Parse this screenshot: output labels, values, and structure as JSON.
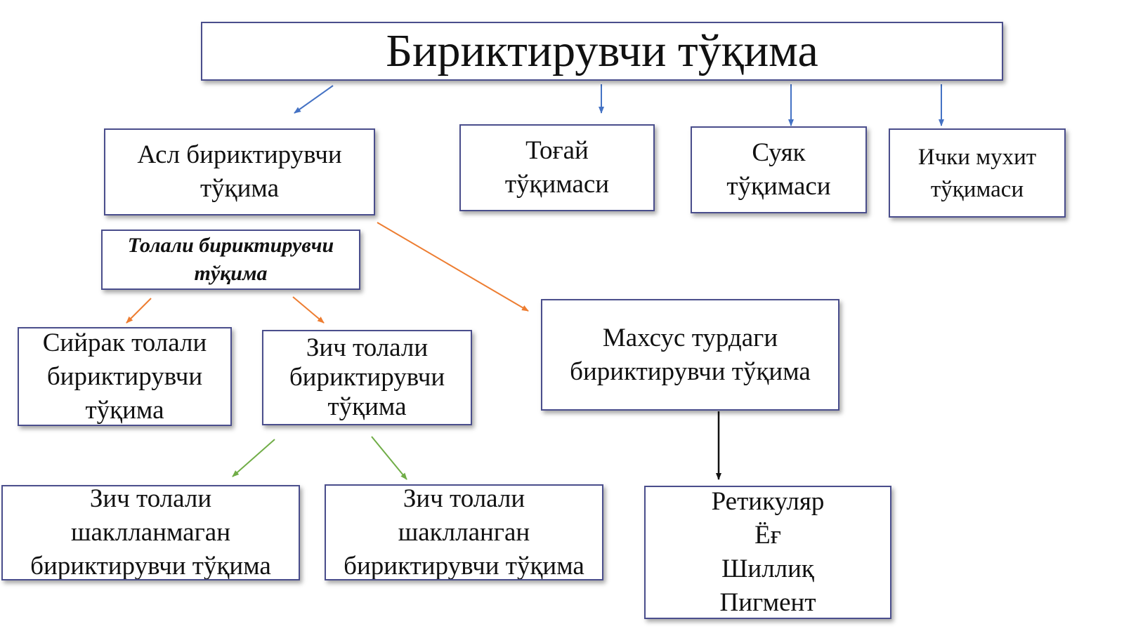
{
  "title": "Бириктирувчи тўқима",
  "colors": {
    "box_border": "#4a4e8c",
    "arrow_blue": "#4472c4",
    "arrow_orange": "#ed7d31",
    "arrow_green": "#70ad47",
    "arrow_black": "#111111"
  },
  "nodes": {
    "asl": [
      "Асл бириктирувчи",
      "тўқима"
    ],
    "togai": [
      "Тоғай",
      "тўқимаси"
    ],
    "suyak": [
      "Суяк",
      "тўқимаси"
    ],
    "ichki": [
      "Ички мухит",
      "тўқимаси"
    ],
    "tolali": [
      "Толали бириктирувчи",
      "тўқима"
    ],
    "siyrak": [
      "Сийрак толали",
      "бириктирувчи",
      "тўқима"
    ],
    "zich": [
      "Зич толали",
      "бириктирувчи",
      "тўқима"
    ],
    "maxsus": [
      "Махсус турдаги",
      "бириктирувчи тўқима"
    ],
    "shakl_no": [
      "Зич толали",
      "шаклланмаган",
      "бириктирувчи тўқима"
    ],
    "shakl_yes": [
      "Зич толали",
      "шаклланган",
      "бириктирувчи тўқима"
    ],
    "retik": [
      "Ретикуляр",
      "Ёғ",
      "Шиллиқ",
      "Пигмент"
    ]
  }
}
